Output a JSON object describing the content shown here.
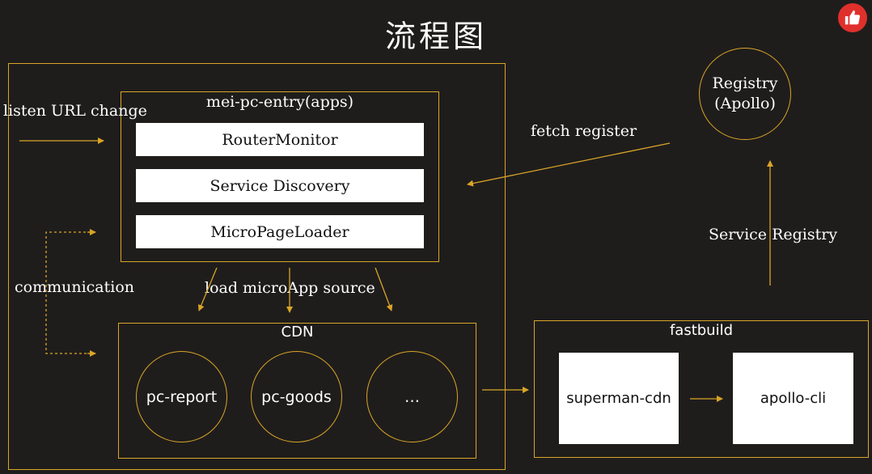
{
  "title": "流程图",
  "icons": {
    "like": "thumbs-up-icon"
  },
  "colors": {
    "accent": "#d9a526",
    "background": "#1f1d1c",
    "badge": "#e0302b"
  },
  "entry": {
    "title": "mei-pc-entry(apps)",
    "modules": [
      "RouterMonitor",
      "Service Discovery",
      "MicroPageLoader"
    ]
  },
  "labels": {
    "listen": "listen URL change",
    "communication": "communication",
    "load": "load microApp source",
    "fetch": "fetch register",
    "service_registry": "Service Registry"
  },
  "cdn": {
    "title": "CDN",
    "apps": [
      "pc-report",
      "pc-goods",
      "…"
    ]
  },
  "registry": {
    "line1": "Registry",
    "line2": "(Apollo)"
  },
  "fastbuild": {
    "title": "fastbuild",
    "tools": [
      "superman-cdn",
      "apollo-cli"
    ]
  }
}
